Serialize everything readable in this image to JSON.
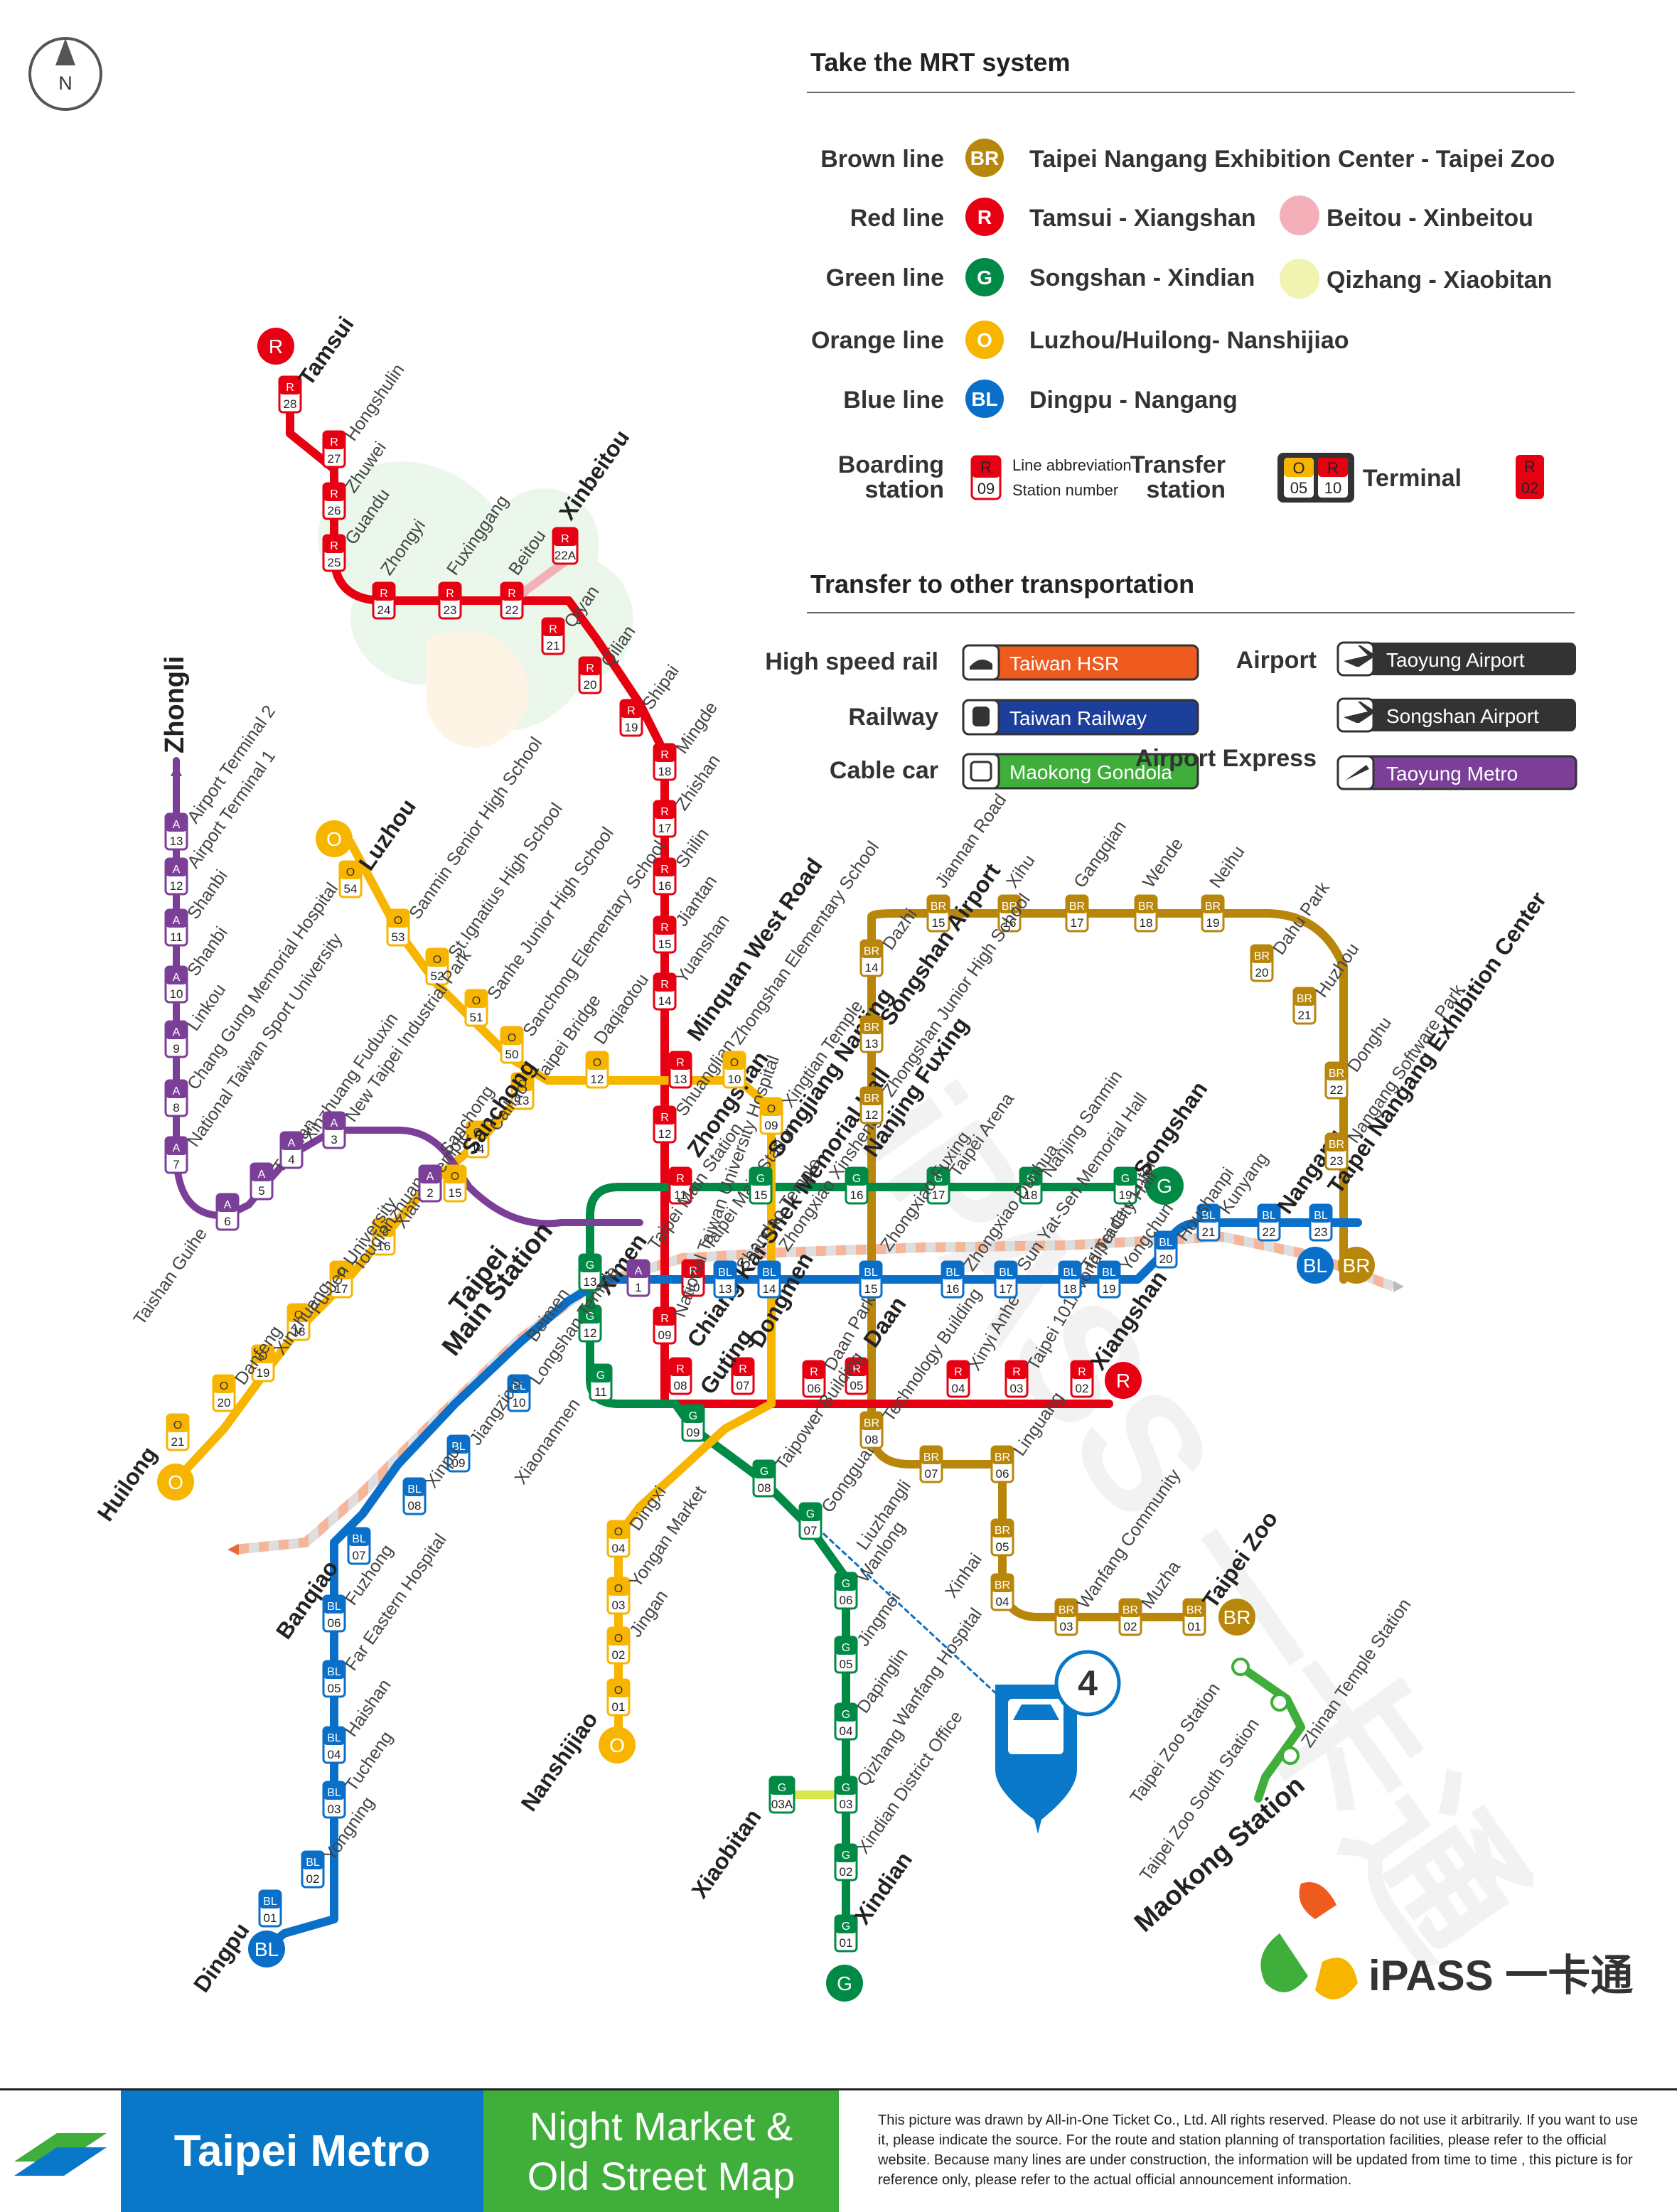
{
  "legend": {
    "title": "Take the MRT system",
    "lines": [
      {
        "name": "Brown line",
        "code": "BR",
        "color": "#b8860b",
        "route": "Taipei Nangang Exhibition Center - Taipei Zoo",
        "branch": ""
      },
      {
        "name": "Red line",
        "code": "R",
        "color": "#e60012",
        "route": "Tamsui - Xiangshan",
        "branch": "Beitou - Xinbeitou",
        "branch_color": "#f4b0b8"
      },
      {
        "name": "Green line",
        "code": "G",
        "color": "#008a45",
        "route": "Songshan - Xindian",
        "branch": "Qizhang - Xiaobitan",
        "branch_color": "#f0f4b0"
      },
      {
        "name": "Orange line",
        "code": "O",
        "color": "#f8b500",
        "route": "Luzhou/Huilong- Nanshijiao",
        "branch": ""
      },
      {
        "name": "Blue line",
        "code": "BL",
        "color": "#0a6fc9",
        "route": "Dingpu - Nangang",
        "branch": ""
      }
    ],
    "boarding": {
      "label": [
        "Boarding",
        "station"
      ],
      "abbr": "Line abbreviation",
      "num": "Station number",
      "code": "R",
      "no": "09"
    },
    "transfer": {
      "label": [
        "Transfer",
        "station"
      ],
      "a_code": "O",
      "a_no": "05",
      "b_code": "R",
      "b_no": "10"
    },
    "terminal": {
      "label": "Terminal",
      "code": "R",
      "no": "02"
    },
    "transfer_title": "Transfer to other transportation",
    "other": [
      {
        "label": "High speed rail",
        "name": "Taiwan HSR",
        "color": "#ef5a1e"
      },
      {
        "label": "Railway",
        "name": "Taiwan Railway",
        "color": "#1c3f9c"
      },
      {
        "label": "Cable car",
        "name": "Maokong Gondola",
        "color": "#3fae3a"
      },
      {
        "label": "Airport",
        "name": "Taoyung Airport",
        "color": "#333333"
      },
      {
        "label": "",
        "name": "Songshan Airport",
        "color": "#333333"
      },
      {
        "label": "Airport Express",
        "name": "Taoyung Metro",
        "color": "#7b3f98"
      }
    ]
  },
  "map": {
    "big_labels": {
      "taipei_main": "Taipei",
      "main_station": "Main Station",
      "zhongli": "Zhongli",
      "maokong": "Maokong Station"
    },
    "night_market_no": "4",
    "ipass_text": "iPASS 一卡通",
    "north": "N"
  },
  "footer": {
    "metro": "Taipei Metro",
    "night_1": "Night Market &",
    "night_2": "Old Street Map",
    "note": "This picture was drawn by All-in-One Ticket Co., Ltd. All rights reserved. Please do not use it arbitrarily. If you want to use it, please indicate the source. For the route and station planning of transportation facilities, please refer to the official website. Because many lines are under construction, the information will be updated from time to time , this picture is for reference only, please refer to the actual official announcement information."
  },
  "stations": [
    {
      "line": "R",
      "no": "28",
      "name": "Tamsui",
      "big": true
    },
    {
      "line": "R",
      "no": "27",
      "name": "Hongshulin"
    },
    {
      "line": "R",
      "no": "26",
      "name": "Zhuwei"
    },
    {
      "line": "R",
      "no": "25",
      "name": "Guandu"
    },
    {
      "line": "R",
      "no": "24",
      "name": "Zhongyi"
    },
    {
      "line": "R",
      "no": "23",
      "name": "Fuxinggang"
    },
    {
      "line": "R",
      "no": "22",
      "name": "Beitou"
    },
    {
      "line": "R",
      "no": "22A",
      "name": "Xinbeitou",
      "big": true
    },
    {
      "line": "R",
      "no": "21",
      "name": "Qiyan"
    },
    {
      "line": "R",
      "no": "20",
      "name": "Qilian"
    },
    {
      "line": "R",
      "no": "19",
      "name": "Shipai"
    },
    {
      "line": "R",
      "no": "18",
      "name": "Mingde"
    },
    {
      "line": "R",
      "no": "17",
      "name": "Zhishan"
    },
    {
      "line": "R",
      "no": "16",
      "name": "Shilin"
    },
    {
      "line": "R",
      "no": "15",
      "name": "Jiantan"
    },
    {
      "line": "R",
      "no": "14",
      "name": "Yuanshan"
    },
    {
      "line": "R",
      "no": "13",
      "name": "Minquan West Road",
      "big": true
    },
    {
      "line": "R",
      "no": "12",
      "name": "Shuanglian"
    },
    {
      "line": "R",
      "no": "11",
      "name": "Zhongshan",
      "big": true
    },
    {
      "line": "R",
      "no": "10",
      "name": "Taipei Main Station"
    },
    {
      "line": "R",
      "no": "09",
      "name": "National Taiwan University Hospital"
    },
    {
      "line": "R",
      "no": "08",
      "name": "Chiang Kai-Shek Memorial Hall",
      "big": true
    },
    {
      "line": "R",
      "no": "07",
      "name": "Dongmen",
      "big": true
    },
    {
      "line": "R",
      "no": "06",
      "name": "Daan Park"
    },
    {
      "line": "R",
      "no": "05",
      "name": "Daan",
      "big": true
    },
    {
      "line": "R",
      "no": "04",
      "name": "Xinyi Anhe"
    },
    {
      "line": "R",
      "no": "03",
      "name": "Taipei 101/World Trade Center"
    },
    {
      "line": "R",
      "no": "02",
      "name": "Xiangshan",
      "big": true
    },
    {
      "line": "G",
      "no": "19",
      "name": "Songshan",
      "big": true
    },
    {
      "line": "G",
      "no": "18",
      "name": "Nanjing Sanmin"
    },
    {
      "line": "G",
      "no": "17",
      "name": "Taipei Arena"
    },
    {
      "line": "G",
      "no": "16",
      "name": "Nanjing Fuxing",
      "big": true
    },
    {
      "line": "G",
      "no": "15",
      "name": "Songjiang Nanjing",
      "big": true
    },
    {
      "line": "G",
      "no": "13",
      "name": "Beimen"
    },
    {
      "line": "G",
      "no": "12",
      "name": "Ximen",
      "big": true
    },
    {
      "line": "G",
      "no": "11",
      "name": "Xiaonanmen"
    },
    {
      "line": "G",
      "no": "09",
      "name": "Guting",
      "big": true
    },
    {
      "line": "G",
      "no": "08",
      "name": "Taipower Building"
    },
    {
      "line": "G",
      "no": "07",
      "name": "Gongguan"
    },
    {
      "line": "G",
      "no": "06",
      "name": "Wanlong"
    },
    {
      "line": "G",
      "no": "05",
      "name": "Jingmei"
    },
    {
      "line": "G",
      "no": "04",
      "name": "Dapinglin"
    },
    {
      "line": "G",
      "no": "03",
      "name": "Qizhang"
    },
    {
      "line": "G",
      "no": "03A",
      "name": "Xiaobitan",
      "big": true
    },
    {
      "line": "G",
      "no": "02",
      "name": "Xindian District Office"
    },
    {
      "line": "G",
      "no": "01",
      "name": "Xindian",
      "big": true
    },
    {
      "line": "O",
      "no": "54",
      "name": "Luzhou",
      "big": true
    },
    {
      "line": "O",
      "no": "53",
      "name": "Sanmin Senior High School"
    },
    {
      "line": "O",
      "no": "52",
      "name": "St.Ignatius High School"
    },
    {
      "line": "O",
      "no": "51",
      "name": "Sanhe Junior High School"
    },
    {
      "line": "O",
      "no": "50",
      "name": "Sanchong Elementary School"
    },
    {
      "line": "O",
      "no": "12",
      "name": "Daqiaotou"
    },
    {
      "line": "O",
      "no": "10",
      "name": "Zhongshan Elementary School"
    },
    {
      "line": "O",
      "no": "09",
      "name": "Xingtian Temple"
    },
    {
      "line": "O",
      "no": "13",
      "name": "Taipei Bridge"
    },
    {
      "line": "O",
      "no": "14",
      "name": "Cailiao"
    },
    {
      "line": "O",
      "no": "15",
      "name": "Sanchong",
      "big": true
    },
    {
      "line": "O",
      "no": "16",
      "name": "Xianse Temple"
    },
    {
      "line": "O",
      "no": "17",
      "name": "Touqianzhuang"
    },
    {
      "line": "O",
      "no": "18",
      "name": "Fu Jen University"
    },
    {
      "line": "O",
      "no": "19",
      "name": "Xinzhuang"
    },
    {
      "line": "O",
      "no": "20",
      "name": "Danfeng"
    },
    {
      "line": "O",
      "no": "21",
      "name": "Huilong",
      "big": true
    },
    {
      "line": "O",
      "no": "04",
      "name": "Dingxi"
    },
    {
      "line": "O",
      "no": "03",
      "name": "Yongan Market"
    },
    {
      "line": "O",
      "no": "02",
      "name": "Jingan"
    },
    {
      "line": "O",
      "no": "01",
      "name": "Nanshijiao",
      "big": true
    },
    {
      "line": "BL",
      "no": "23",
      "name": "Taipei Nangang Exhibition Center",
      "big": true
    },
    {
      "line": "BL",
      "no": "22",
      "name": "Nangang",
      "big": true
    },
    {
      "line": "BL",
      "no": "21",
      "name": "Kunyang"
    },
    {
      "line": "BL",
      "no": "20",
      "name": "Houshanpi"
    },
    {
      "line": "BL",
      "no": "19",
      "name": "Yongchun"
    },
    {
      "line": "BL",
      "no": "18",
      "name": "Taipei City Hall"
    },
    {
      "line": "BL",
      "no": "17",
      "name": "Sun Yat-Sen Memorial Hall"
    },
    {
      "line": "BL",
      "no": "16",
      "name": "Zhongxiao Dunhua"
    },
    {
      "line": "BL",
      "no": "15",
      "name": "Zhongxiao Fuxing"
    },
    {
      "line": "BL",
      "no": "14",
      "name": "Zhongxiao Xinsheng"
    },
    {
      "line": "BL",
      "no": "13",
      "name": "Shandao Temple"
    },
    {
      "line": "BL",
      "no": "10",
      "name": "Longshan Temple"
    },
    {
      "line": "BL",
      "no": "09",
      "name": "Jiangzicui"
    },
    {
      "line": "BL",
      "no": "08",
      "name": "Xinpu"
    },
    {
      "line": "BL",
      "no": "07",
      "name": "Banqiao",
      "big": true
    },
    {
      "line": "BL",
      "no": "06",
      "name": "Fuzhong"
    },
    {
      "line": "BL",
      "no": "05",
      "name": "Far Eastern Hospital"
    },
    {
      "line": "BL",
      "no": "04",
      "name": "Haishan"
    },
    {
      "line": "BL",
      "no": "03",
      "name": "Tucheng"
    },
    {
      "line": "BL",
      "no": "02",
      "name": "Yongning"
    },
    {
      "line": "BL",
      "no": "01",
      "name": "Dingpu",
      "big": true
    },
    {
      "line": "BR",
      "no": "14",
      "name": "Dazhi"
    },
    {
      "line": "BR",
      "no": "15",
      "name": "Jiannan Road"
    },
    {
      "line": "BR",
      "no": "16",
      "name": "Xihu"
    },
    {
      "line": "BR",
      "no": "17",
      "name": "Gangqian"
    },
    {
      "line": "BR",
      "no": "18",
      "name": "Wende"
    },
    {
      "line": "BR",
      "no": "19",
      "name": "Neihu"
    },
    {
      "line": "BR",
      "no": "20",
      "name": "Dahu Park"
    },
    {
      "line": "BR",
      "no": "21",
      "name": "Huzhou"
    },
    {
      "line": "BR",
      "no": "22",
      "name": "Donghu"
    },
    {
      "line": "BR",
      "no": "23",
      "name": "Nangang Software Park"
    },
    {
      "line": "BR",
      "no": "13",
      "name": "Songshan Airport",
      "big": true
    },
    {
      "line": "BR",
      "no": "12",
      "name": "Zhongshan Junior High School"
    },
    {
      "line": "BR",
      "no": "08",
      "name": "Technology Building"
    },
    {
      "line": "BR",
      "no": "07",
      "name": "Liuzhangli"
    },
    {
      "line": "BR",
      "no": "06",
      "name": "Linguang"
    },
    {
      "line": "BR",
      "no": "05",
      "name": "Xinhai"
    },
    {
      "line": "BR",
      "no": "04",
      "name": "Wanfang Hospital"
    },
    {
      "line": "BR",
      "no": "03",
      "name": "Wanfang Community"
    },
    {
      "line": "BR",
      "no": "02",
      "name": "Muzha"
    },
    {
      "line": "BR",
      "no": "01",
      "name": "Taipei Zoo",
      "big": true
    },
    {
      "line": "A",
      "no": "13",
      "name": "Airport Terminal 2"
    },
    {
      "line": "A",
      "no": "12",
      "name": "Airport Terminal 1"
    },
    {
      "line": "A",
      "no": "11",
      "name": "Shanbi"
    },
    {
      "line": "A",
      "no": "10",
      "name": "Shanbi"
    },
    {
      "line": "A",
      "no": "9",
      "name": "Linkou"
    },
    {
      "line": "A",
      "no": "8",
      "name": "Chang Gung Memorial Hospital"
    },
    {
      "line": "A",
      "no": "7",
      "name": "National Taiwan Sport University"
    },
    {
      "line": "A",
      "no": "6",
      "name": "Taishan Guihe"
    },
    {
      "line": "A",
      "no": "5",
      "name": "Taishan"
    },
    {
      "line": "A",
      "no": "4",
      "name": "Xinzhuang Fuduxin"
    },
    {
      "line": "A",
      "no": "3",
      "name": "New Taipei Industrial Park"
    },
    {
      "line": "A",
      "no": "2",
      "name": "Sanchong"
    },
    {
      "line": "A",
      "no": "1",
      "name": "Taipei Main Station"
    },
    {
      "line": "MK",
      "no": "",
      "name": "Taipei Zoo Station"
    },
    {
      "line": "MK",
      "no": "",
      "name": "Taipei Zoo South Station"
    },
    {
      "line": "MK",
      "no": "",
      "name": "Zhinan Temple Station"
    }
  ]
}
